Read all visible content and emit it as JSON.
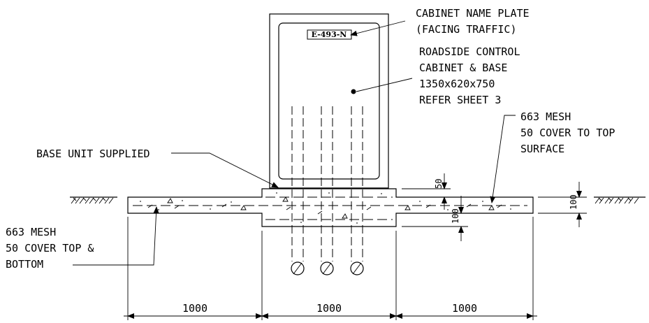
{
  "labels": {
    "nameplate_1": "CABINET NAME PLATE",
    "nameplate_2": "(FACING TRAFFIC)",
    "cabinet_1": "ROADSIDE CONTROL",
    "cabinet_2": "CABINET & BASE",
    "cabinet_3": "1350x620x750",
    "cabinet_4": "REFER SHEET 3",
    "mesh_top_1": "663 MESH",
    "mesh_top_2": "50 COVER TO TOP",
    "mesh_top_3": "SURFACE",
    "base_unit": "BASE UNIT SUPPLIED",
    "mesh_left_1": "663 MESH",
    "mesh_left_2": "50 COVER TOP &",
    "mesh_left_3": "BOTTOM"
  },
  "plate_text": "E-493-N",
  "dimensions": {
    "span_left": "1000",
    "span_mid": "1000",
    "span_right": "1000",
    "cover_50": "50",
    "thick_100_mid": "100",
    "thick_100_right": "100"
  }
}
